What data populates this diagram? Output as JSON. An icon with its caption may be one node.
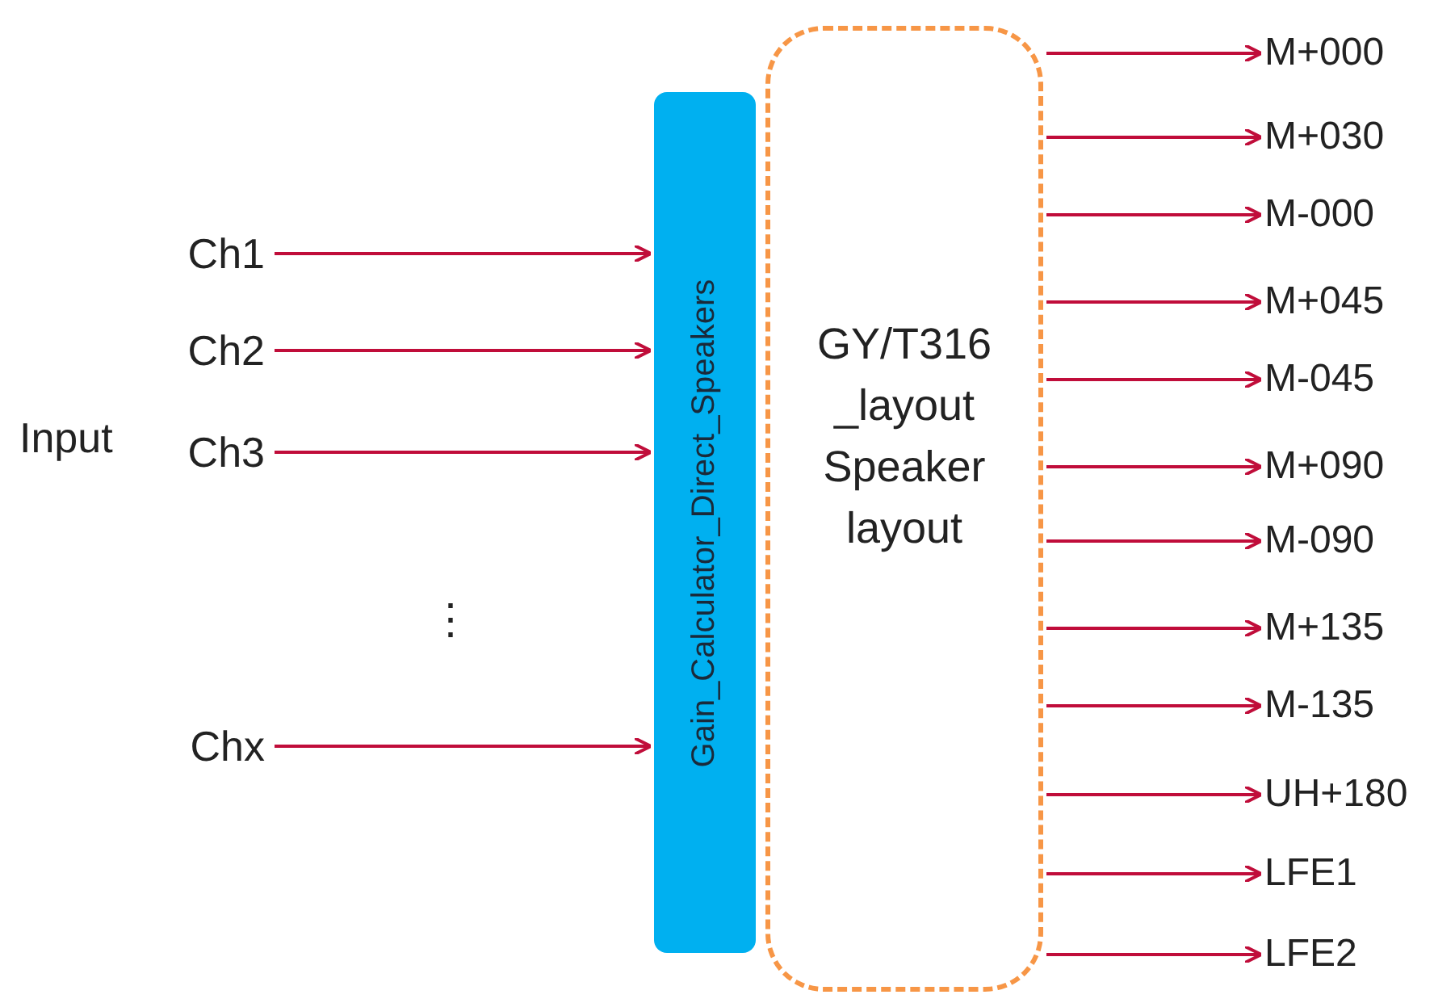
{
  "diagram": {
    "nodes": [
      {
        "text": [
          "Ch1"
        ]
      },
      {
        "text": [
          "Ch2"
        ]
      },
      {
        "text": [
          "Ch3"
        ]
      },
      {
        "text": [
          "Chx"
        ]
      },
      {
        "text": [
          "Gain_Calculator_Direct_Speakers"
        ]
      },
      {
        "text": [
          "GY/T316 _layout Speaker layout"
        ]
      },
      {
        "text": [
          "M+000"
        ]
      },
      {
        "text": [
          "M+030"
        ]
      },
      {
        "text": [
          "M-000"
        ]
      },
      {
        "text": [
          "M+045"
        ]
      },
      {
        "text": [
          "M-045"
        ]
      },
      {
        "text": [
          "M+090"
        ]
      },
      {
        "text": [
          "M-090"
        ]
      },
      {
        "text": [
          "M+135"
        ]
      },
      {
        "text": [
          "M-135"
        ]
      },
      {
        "text": [
          "UH+180"
        ]
      },
      {
        "text": [
          "LFE1"
        ]
      },
      {
        "text": [
          "LFE2"
        ]
      }
    ],
    "edges": [
      {
        "from": 0,
        "to": 4,
        "arrow": "to"
      },
      {
        "from": 1,
        "to": 4,
        "arrow": "to"
      },
      {
        "from": 2,
        "to": 4,
        "arrow": "to"
      },
      {
        "from": 3,
        "to": 4,
        "arrow": "to"
      },
      {
        "from": 5,
        "to": 6,
        "arrow": "to"
      },
      {
        "from": 5,
        "to": 7,
        "arrow": "to"
      },
      {
        "from": 5,
        "to": 8,
        "arrow": "to"
      },
      {
        "from": 5,
        "to": 9,
        "arrow": "to"
      },
      {
        "from": 5,
        "to": 10,
        "arrow": "to"
      },
      {
        "from": 5,
        "to": 11,
        "arrow": "to"
      },
      {
        "from": 5,
        "to": 12,
        "arrow": "to"
      },
      {
        "from": 5,
        "to": 13,
        "arrow": "to"
      },
      {
        "from": 5,
        "to": 14,
        "arrow": "to"
      },
      {
        "from": 5,
        "to": 15,
        "arrow": "to"
      },
      {
        "from": 5,
        "to": 16,
        "arrow": "to"
      },
      {
        "from": 5,
        "to": 17,
        "arrow": "to"
      }
    ],
    "labels": [
      "Input",
      "⋮"
    ]
  }
}
